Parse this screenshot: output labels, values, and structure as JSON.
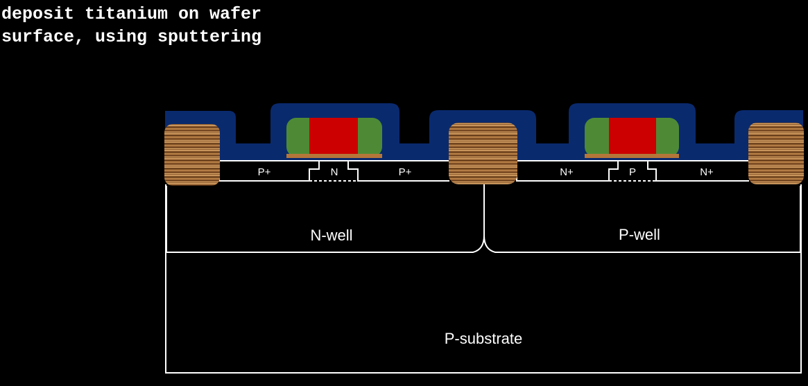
{
  "caption": {
    "line1": "deposit titanium on wafer",
    "line2": "surface, using sputtering"
  },
  "regions": {
    "p_plus_left_1": "P+",
    "n_channel": "N",
    "p_plus_left_2": "P+",
    "n_plus_right_1": "N+",
    "p_channel": "P",
    "n_plus_right_2": "N+",
    "n_well": "N-well",
    "p_well": "P-well",
    "p_substrate": "P-substrate"
  },
  "colors": {
    "background": "#000000",
    "titanium_layer": "#0a2a6e",
    "gate_poly": "#cc0000",
    "spacer": "#4e8a35",
    "gate_oxide": "#b5763a",
    "field_oxide": "#8a5a2b",
    "outline": "#ffffff"
  }
}
